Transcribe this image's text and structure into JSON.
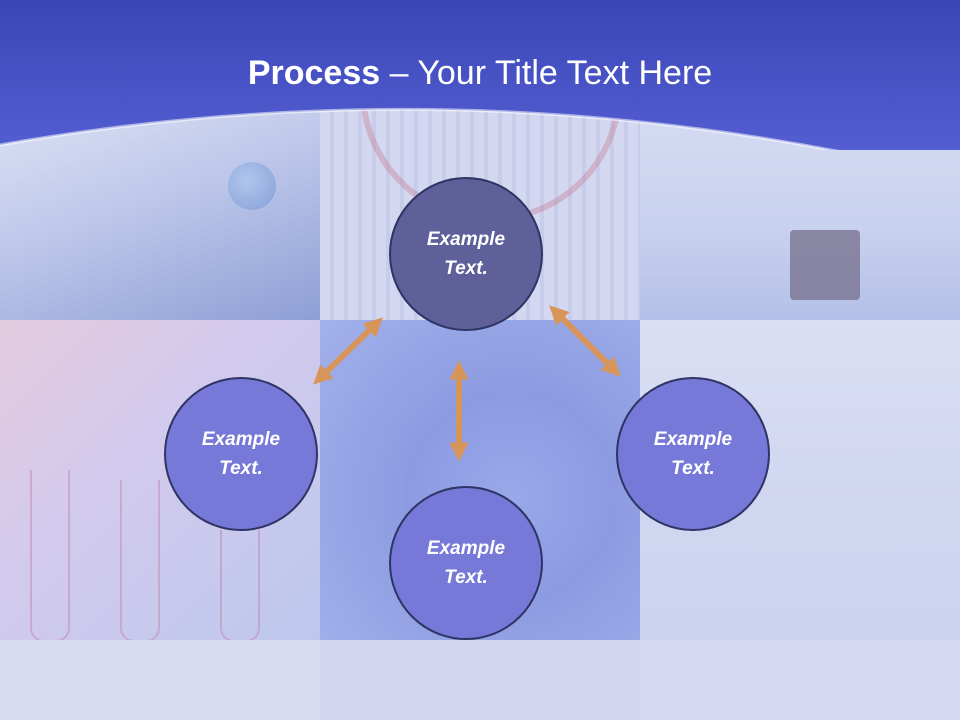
{
  "slide": {
    "title_bold": "Process",
    "title_separator": " – ",
    "title_rest": "Your Title Text Here"
  },
  "diagram": {
    "nodes": [
      {
        "id": "top",
        "label": "Example Text."
      },
      {
        "id": "left",
        "label": "Example Text."
      },
      {
        "id": "right",
        "label": "Example Text."
      },
      {
        "id": "bottom",
        "label": "Example Text."
      }
    ]
  },
  "colors": {
    "header_blue": "#4b55cc",
    "node_top_fill": "#5f5f9a",
    "node_fill": "#7779d8",
    "node_border": "#2e3463",
    "arrow": "#d8955a",
    "title_text": "#ffffff"
  }
}
